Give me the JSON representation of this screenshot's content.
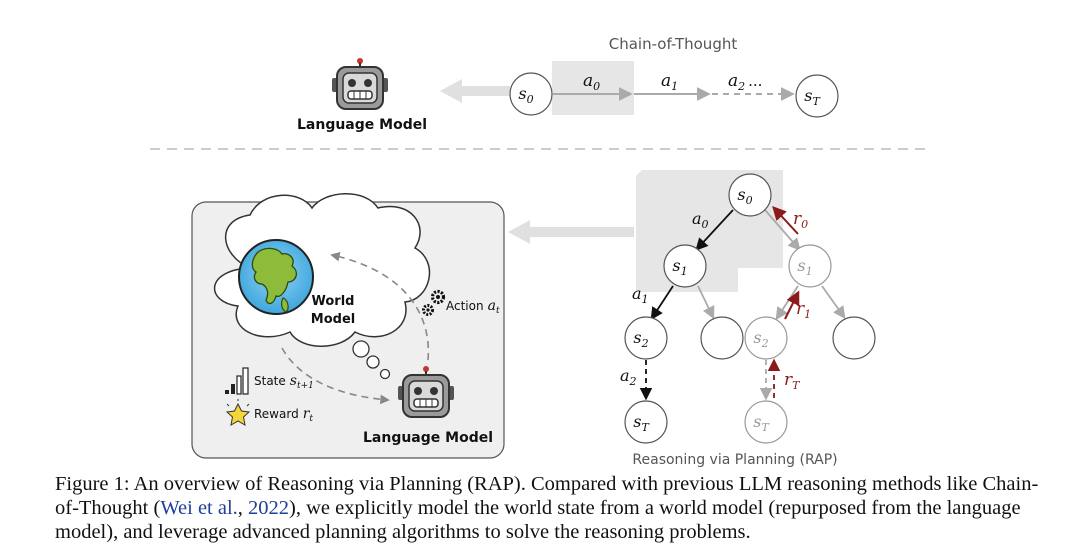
{
  "top": {
    "title": "Chain-of-Thought",
    "lm_label": "Language Model",
    "nodes": {
      "s0": "s",
      "s0_sub": "0",
      "sT": "s",
      "sT_sub": "T"
    },
    "actions": {
      "a0": "a",
      "a0_sub": "0",
      "a1": "a",
      "a1_sub": "1",
      "a2": "a",
      "a2_sub": "2",
      "ellipsis": "..."
    }
  },
  "bottom": {
    "world_model_label": [
      "World",
      "Model"
    ],
    "lm_label": "Language Model",
    "action_label": "Action",
    "action_var": "a",
    "action_sub": "t",
    "state_label": "State",
    "state_var": "s",
    "state_sub": "t+1",
    "reward_label": "Reward",
    "reward_var": "r",
    "reward_sub": "t",
    "rap_title": "Reasoning via Planning (RAP)",
    "tree": {
      "s0": "s",
      "s0_sub": "0",
      "s1": "s",
      "s1_sub": "1",
      "s1b": "s",
      "s1b_sub": "1",
      "s2": "s",
      "s2_sub": "2",
      "s2b": "s",
      "s2b_sub": "2",
      "sT": "s",
      "sT_sub": "T",
      "sTb": "s",
      "sTb_sub": "T",
      "a0": "a",
      "a0_sub": "0",
      "a1": "a",
      "a1_sub": "1",
      "a2": "a",
      "a2_sub": "2",
      "r0": "r",
      "r0_sub": "0",
      "r1": "r",
      "r1_sub": "1",
      "rT": "r",
      "rT_sub": "T"
    }
  },
  "caption": {
    "part1": "Figure 1: An overview of Reasoning via Planning (RAP). Compared with previous LLM reasoning methods like Chain-of-Thought (",
    "cite_author": "Wei et al.",
    "sep": ", ",
    "cite_year": "2022",
    "part2": "), we explicitly model the world state from a world model (repurposed from the language model), and leverage advanced planning algorithms to solve the reasoning problems."
  }
}
